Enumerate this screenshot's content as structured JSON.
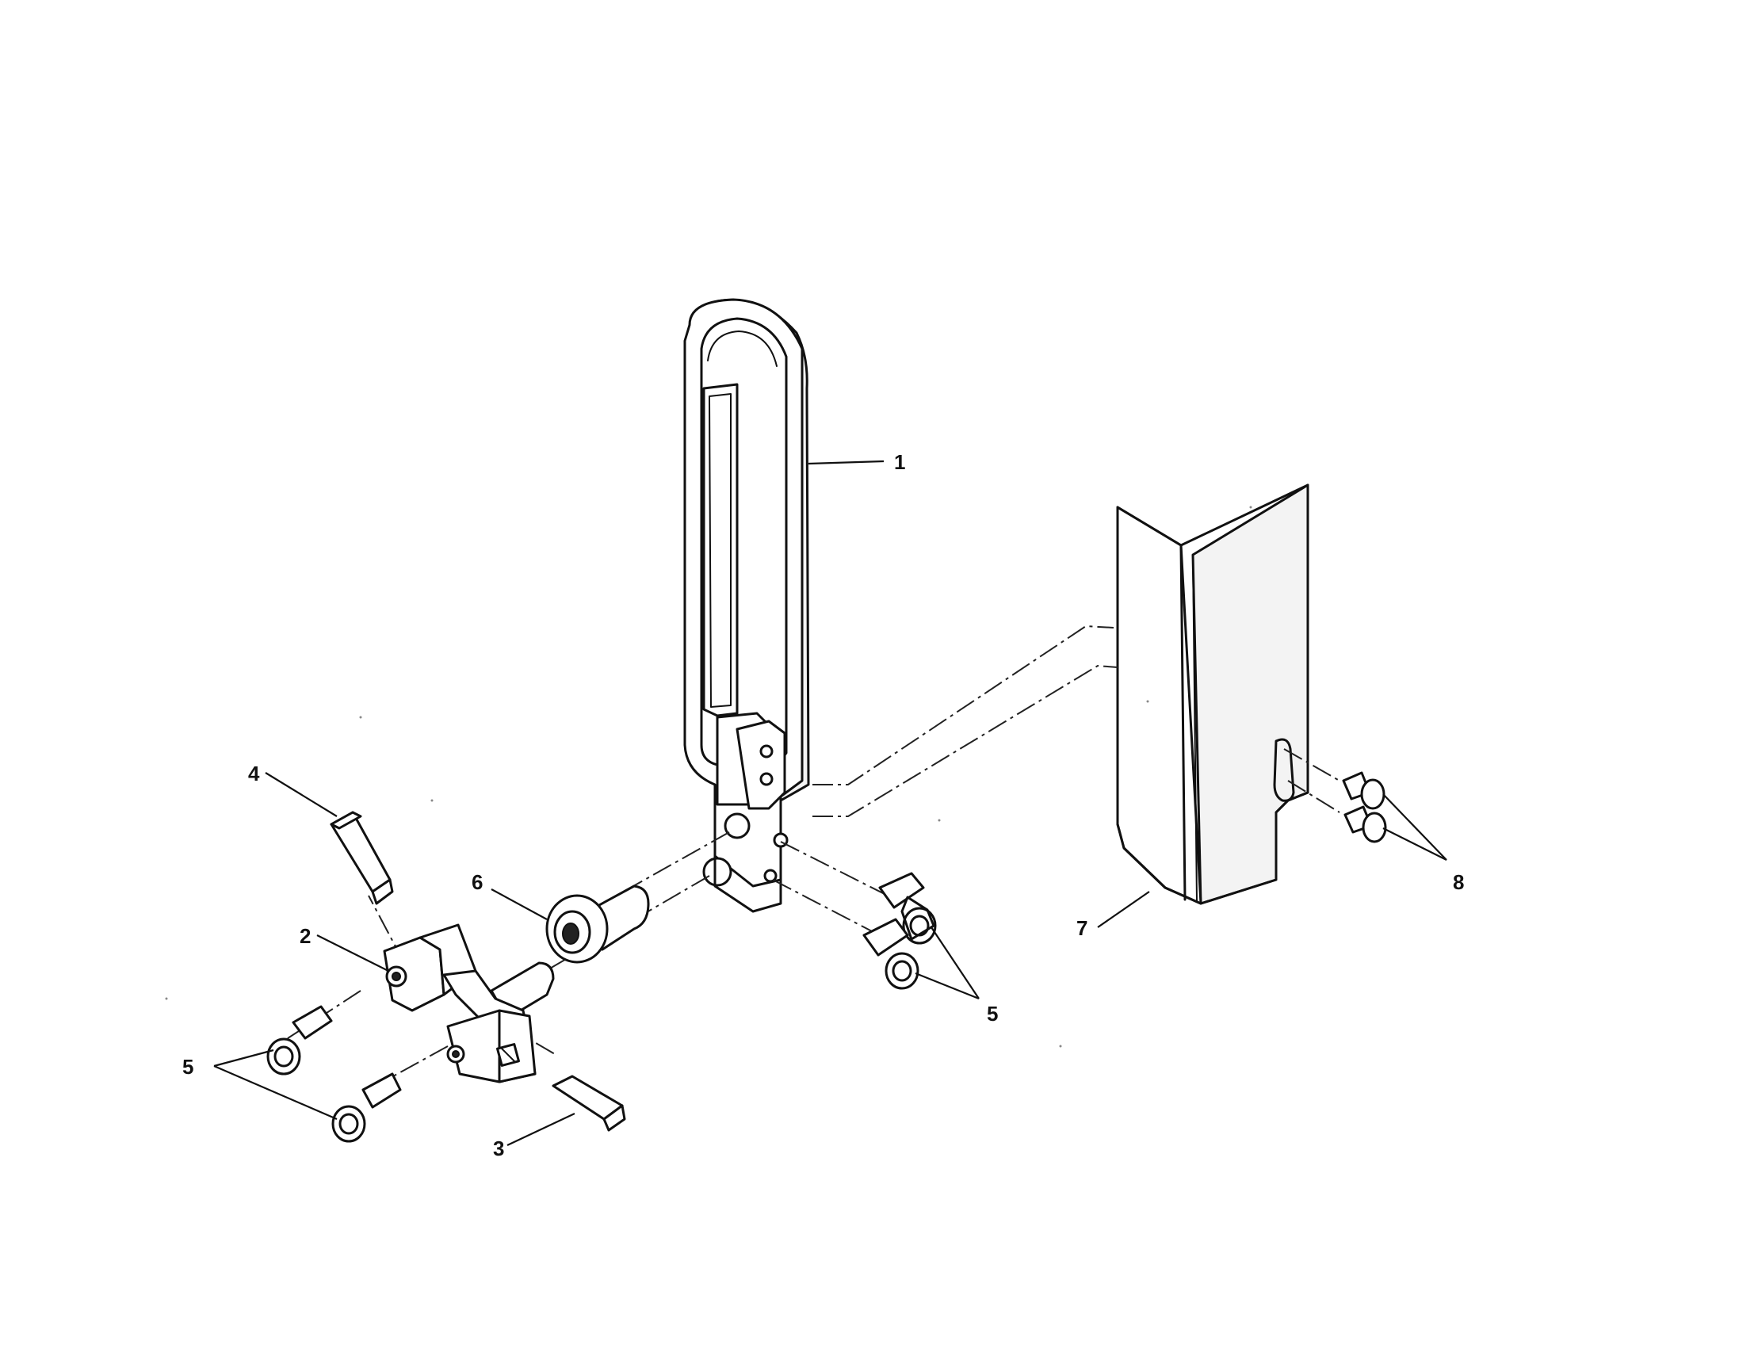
{
  "callouts": [
    {
      "id": "1",
      "label": "1"
    },
    {
      "id": "2",
      "label": "2"
    },
    {
      "id": "3",
      "label": "3"
    },
    {
      "id": "4",
      "label": "4"
    },
    {
      "id": "5a",
      "label": "5"
    },
    {
      "id": "5b",
      "label": "5"
    },
    {
      "id": "6",
      "label": "6"
    },
    {
      "id": "7",
      "label": "7"
    },
    {
      "id": "8",
      "label": "8"
    }
  ]
}
